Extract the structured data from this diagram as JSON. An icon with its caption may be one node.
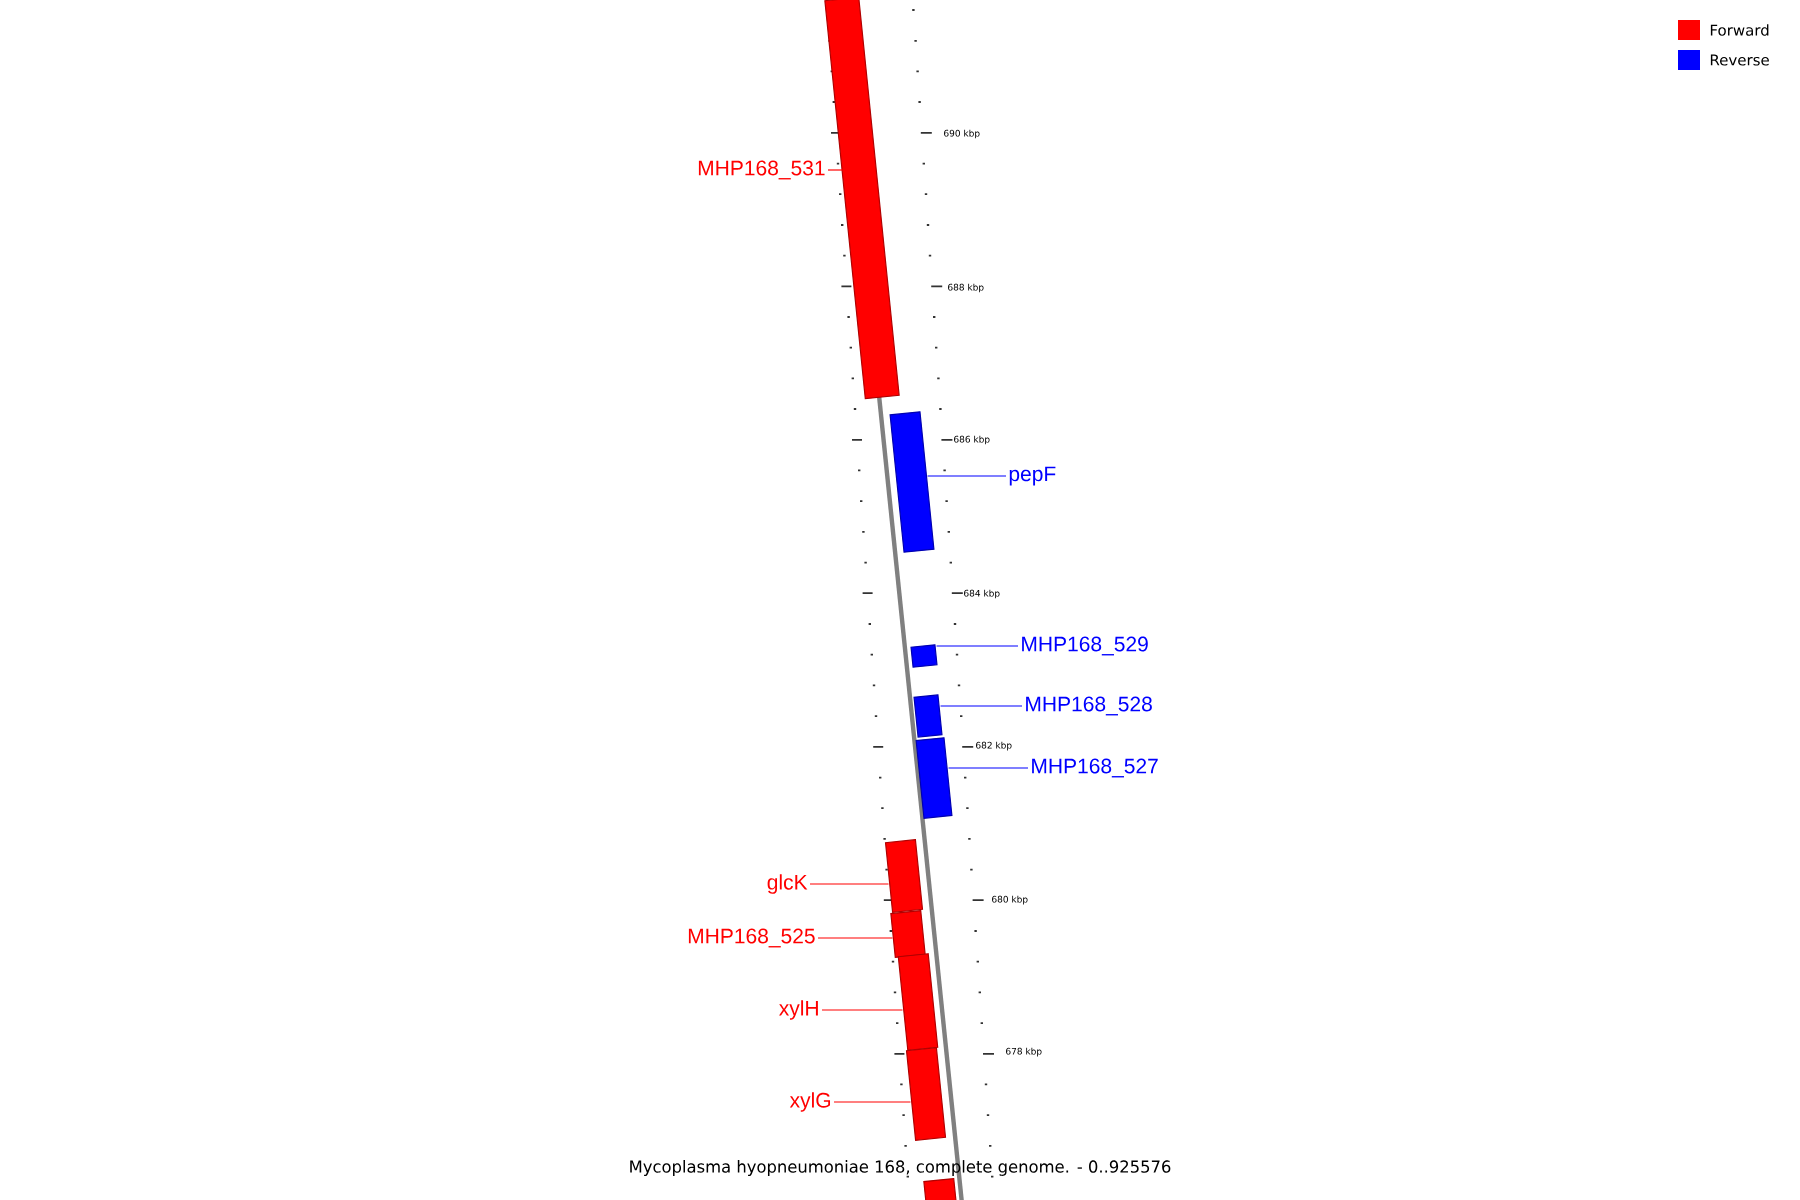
{
  "diagram": {
    "caption": "Mycoplasma hyopneumoniae 168, complete genome. - 0..925576",
    "nodes": [
      {
        "text": [
          "MHP168_531"
        ]
      },
      {
        "text": [
          "pepF"
        ]
      },
      {
        "text": [
          "MHP168_529"
        ]
      },
      {
        "text": [
          "MHP168_528"
        ]
      },
      {
        "text": [
          "MHP168_527"
        ]
      },
      {
        "text": [
          "glcK"
        ]
      },
      {
        "text": [
          "MHP168_525"
        ]
      },
      {
        "text": [
          "xylH"
        ]
      },
      {
        "text": [
          "xylG"
        ]
      },
      {
        "text": [],
        "shape": "bar"
      },
      {
        "text": [],
        "shape": "bar"
      },
      {
        "text": [],
        "shape": "bar"
      },
      {
        "text": [],
        "shape": "bar"
      },
      {
        "text": [],
        "shape": "bar"
      },
      {
        "text": [],
        "shape": "bar"
      },
      {
        "text": [],
        "shape": "bar"
      },
      {
        "text": [],
        "shape": "bar"
      },
      {
        "text": [],
        "shape": "bar"
      },
      {
        "text": [],
        "shape": "bar"
      }
    ],
    "edges": [
      {
        "from": 0,
        "to": 9,
        "arrow": "none"
      },
      {
        "from": 1,
        "to": 10,
        "arrow": "none",
        "color": "#0000ff"
      },
      {
        "from": 2,
        "to": 11,
        "arrow": "none",
        "color": "#0000ff"
      },
      {
        "from": 3,
        "to": 12,
        "arrow": "none",
        "color": "#0000ff"
      },
      {
        "from": 4,
        "to": 13,
        "arrow": "none",
        "color": "#0000ff"
      },
      {
        "from": 5,
        "to": 14,
        "arrow": "none"
      },
      {
        "from": 6,
        "to": 15,
        "arrow": "none"
      },
      {
        "from": 7,
        "to": 16,
        "arrow": "none"
      },
      {
        "from": 8,
        "to": 17,
        "arrow": "none"
      }
    ],
    "labels": [
      "690 kbp",
      "688 kbp",
      "686 kbp",
      "684 kbp",
      "682 kbp",
      "680 kbp",
      "678 kbp"
    ],
    "legend": [
      {
        "text": "Forward",
        "color": "#ff0000"
      },
      {
        "text": "Reverse",
        "color": "#0000ff"
      }
    ]
  }
}
